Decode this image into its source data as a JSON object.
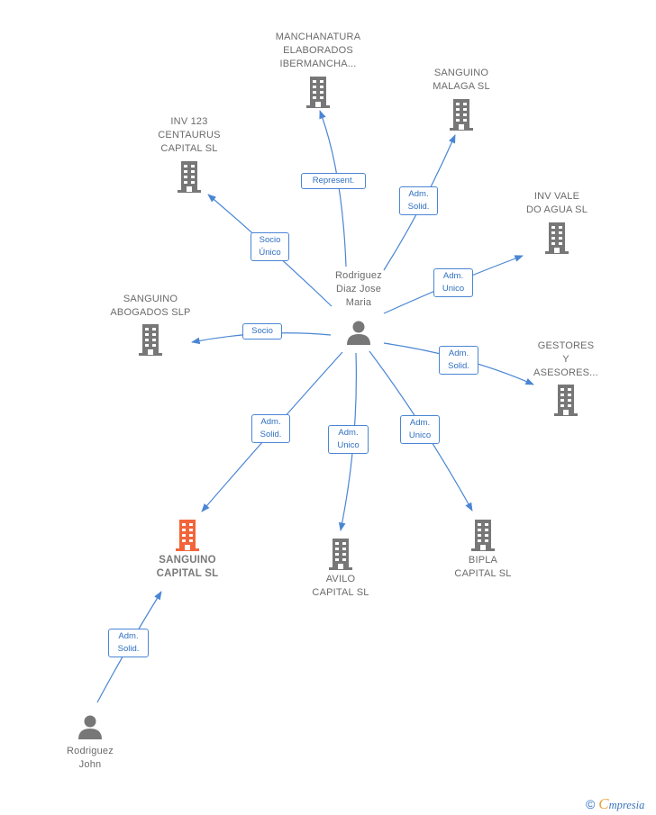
{
  "colors": {
    "edge": "#4a86d4",
    "building": "#777777",
    "focus": "#f2653a",
    "person": "#777777",
    "text": "#6b6b6b"
  },
  "center_person": {
    "label": "Rodriguez\nDiaz Jose\nMaria"
  },
  "person2": {
    "label": "Rodriguez\nJohn"
  },
  "companies": {
    "manchanatura": "MANCHANATURA\nELABORADOS\nIBERMANCHA...",
    "sanguino_malaga": "SANGUINO\nMALAGA  SL",
    "inv123": "INV 123\nCENTAURUS\nCAPITAL  SL",
    "inv_vale": "INV VALE\nDO AGUA  SL",
    "sanguino_abogados": "SANGUINO\nABOGADOS  SLP",
    "gestores": "GESTORES\nY\nASESORES...",
    "sanguino_capital": "SANGUINO\nCAPITAL  SL",
    "avilo": "AVILO\nCAPITAL  SL",
    "bipla": "BIPLA\nCAPITAL  SL"
  },
  "edges": {
    "represent": "Represent.",
    "adm_solid_malaga": "Adm.\nSolid.",
    "socio_unico": "Socio\nÚnico",
    "adm_unico_vale": "Adm.\nUnico",
    "socio": "Socio",
    "adm_solid_gestores": "Adm.\nSolid.",
    "adm_solid_capital": "Adm.\nSolid.",
    "adm_unico_avilo": "Adm.\nUnico",
    "adm_unico_bipla": "Adm.\nUnico",
    "adm_solid_john": "Adm.\nSolid."
  },
  "brand": {
    "copyright": "©",
    "e": "C",
    "name": "mpresia"
  }
}
